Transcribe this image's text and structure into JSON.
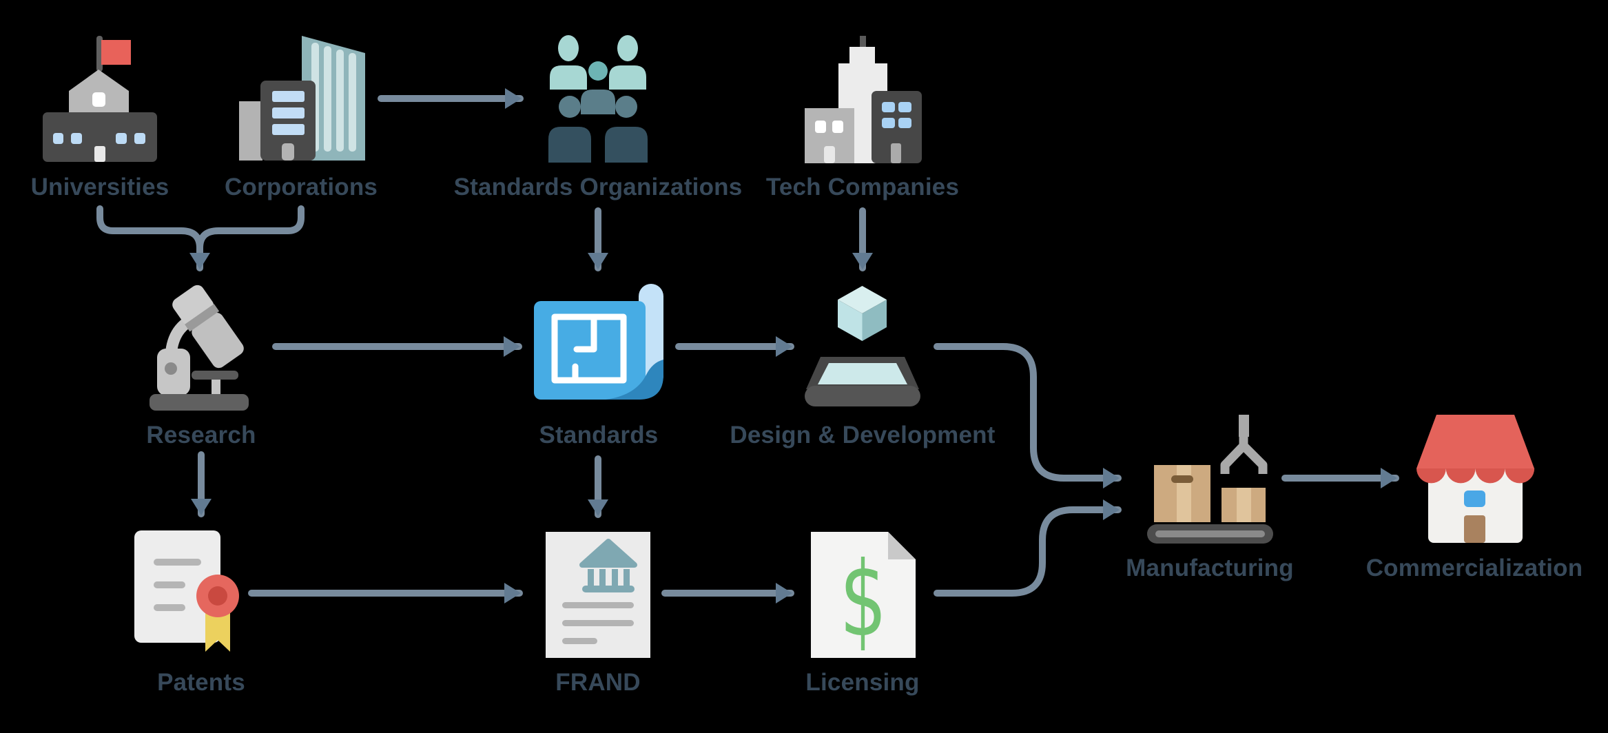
{
  "diagram_title": "Standards, patents and commercialization flow",
  "background_color": "#000000",
  "connector_color": "#788b9d",
  "arrowhead_color": "#627b92",
  "label_color": "#37495a",
  "nodes": {
    "universities": {
      "label": "Universities",
      "icon": "university-building-icon"
    },
    "corporations": {
      "label": "Corporations",
      "icon": "office-buildings-icon"
    },
    "standards_organizations": {
      "label": "Standards Organizations",
      "icon": "people-group-icon"
    },
    "tech_companies": {
      "label": "Tech Companies",
      "icon": "skyscraper-buildings-icon"
    },
    "research": {
      "label": "Research",
      "icon": "microscope-icon"
    },
    "standards": {
      "label": "Standards",
      "icon": "blueprint-icon"
    },
    "design_development": {
      "label": "Design & Development",
      "icon": "3d-printing-icon"
    },
    "patents": {
      "label": "Patents",
      "icon": "certificate-ribbon-icon"
    },
    "frand": {
      "label": "FRAND",
      "icon": "institution-document-icon"
    },
    "licensing": {
      "label": "Licensing",
      "icon": "dollar-document-icon"
    },
    "manufacturing": {
      "label": "Manufacturing",
      "icon": "conveyor-boxes-claw-icon"
    },
    "commercialization": {
      "label": "Commercialization",
      "icon": "storefront-icon"
    }
  },
  "edges": [
    {
      "from": "corporations",
      "to": "standards_organizations"
    },
    {
      "from": "universities",
      "to": "research"
    },
    {
      "from": "corporations",
      "to": "research"
    },
    {
      "from": "standards_organizations",
      "to": "standards"
    },
    {
      "from": "tech_companies",
      "to": "design_development"
    },
    {
      "from": "research",
      "to": "standards"
    },
    {
      "from": "standards",
      "to": "design_development"
    },
    {
      "from": "research",
      "to": "patents"
    },
    {
      "from": "standards",
      "to": "frand"
    },
    {
      "from": "patents",
      "to": "frand"
    },
    {
      "from": "frand",
      "to": "licensing"
    },
    {
      "from": "design_development",
      "to": "manufacturing"
    },
    {
      "from": "licensing",
      "to": "manufacturing"
    },
    {
      "from": "manufacturing",
      "to": "commercialization"
    }
  ]
}
